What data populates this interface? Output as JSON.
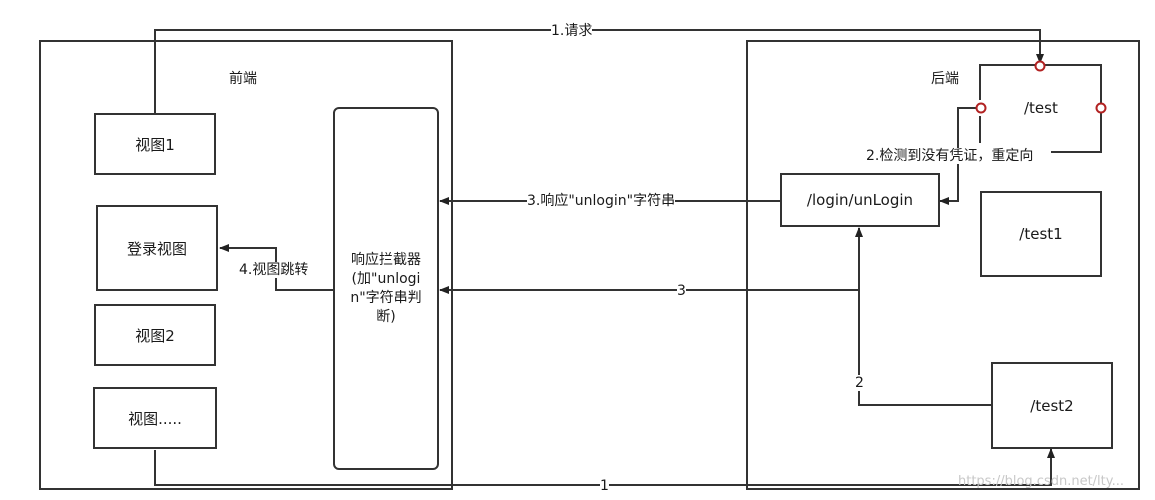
{
  "frontend": {
    "title": "前端",
    "views": [
      "视图1",
      "登录视图",
      "视图2",
      "视图....."
    ],
    "interceptor": "响应拦截器(加\"unlogin\"字符串判断)"
  },
  "backend": {
    "title": "后端",
    "test": "/test",
    "login": "/login/unLogin",
    "test1": "/test1",
    "test2": "/test2"
  },
  "edges": {
    "request": "1.请求",
    "check": "2.检测到没有凭证，重定向",
    "response": "3.响应\"unlogin\"字符串",
    "jump": "4.视图跳转",
    "three": "3",
    "two": "2",
    "one": "1"
  },
  "watermark": "https://blog.csdn.net/lty..."
}
